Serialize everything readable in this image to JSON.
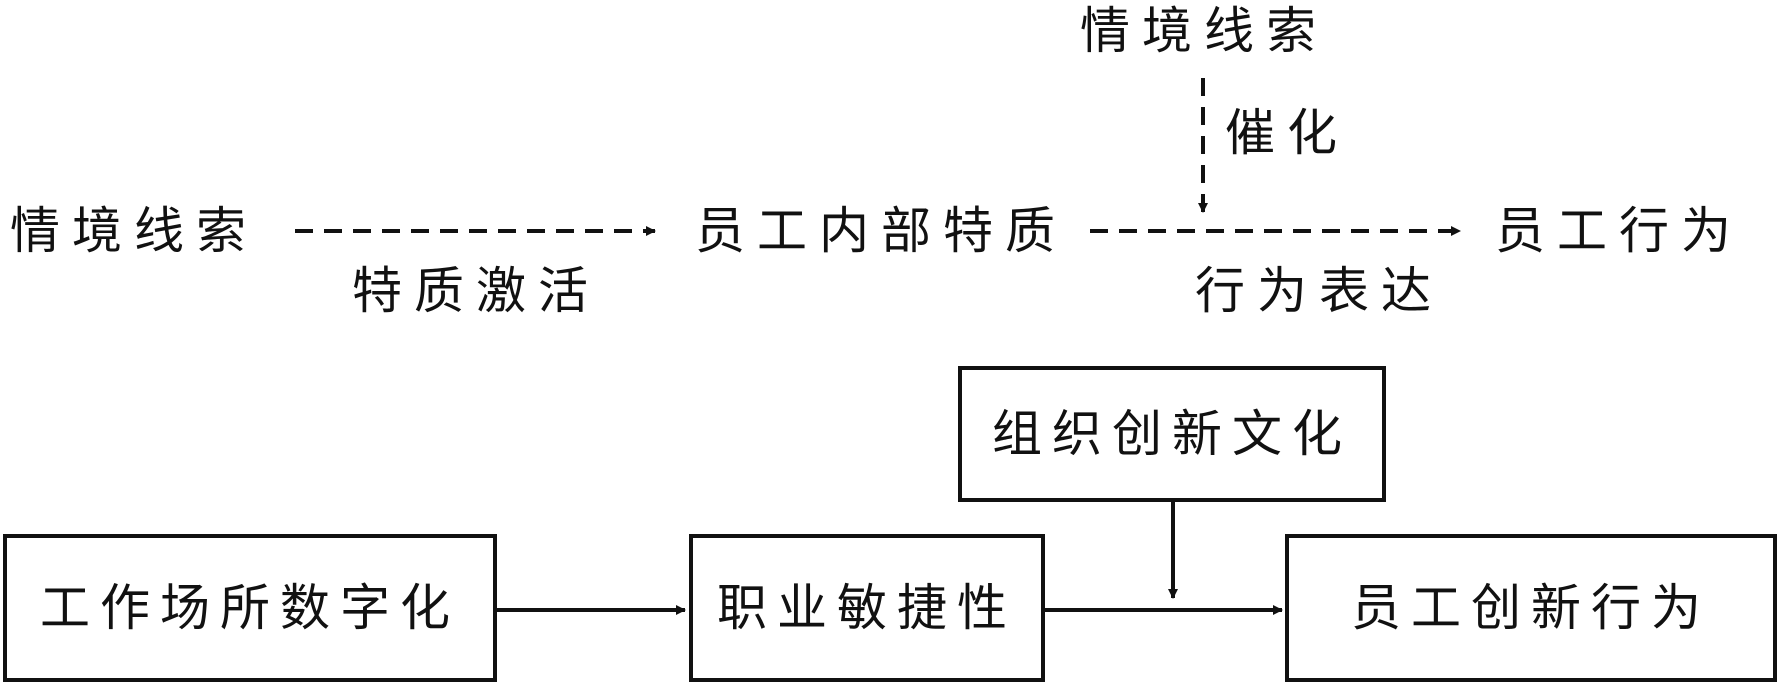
{
  "theory": {
    "cue_left": "情境线索",
    "cue_top": "情境线索",
    "catalyze": "催化",
    "trait": "员工内部特质",
    "behavior": "员工行为",
    "activation": "特质激活",
    "expression": "行为表达"
  },
  "model": {
    "culture": "组织创新文化",
    "digitalization": "工作场所数字化",
    "agility": "职业敏捷性",
    "innovation": "员工创新行为"
  },
  "colors": {
    "ink": "#111111",
    "background": "#ffffff"
  }
}
